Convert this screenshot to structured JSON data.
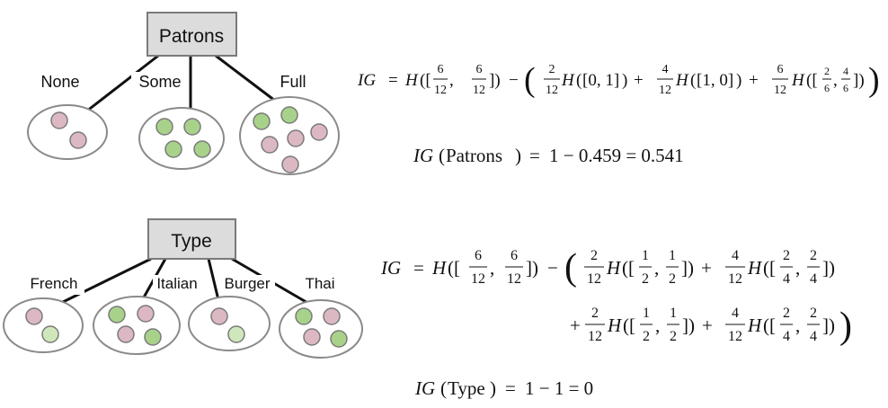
{
  "colors": {
    "root_fill": "#dcdcdc",
    "root_stroke": "#7a7a7a",
    "set_stroke": "#8a8a8a",
    "pink": "#dcb8c3",
    "green": "#a8d28a",
    "light_green": "#cfe8bb",
    "edge": "#111111",
    "text": "#111111"
  },
  "trees": [
    {
      "root": "Patrons",
      "branches": [
        {
          "label": "None",
          "items": [
            "pink",
            "pink"
          ]
        },
        {
          "label": "Some",
          "items": [
            "green",
            "green",
            "green",
            "green"
          ]
        },
        {
          "label": "Full",
          "items": [
            "green",
            "green",
            "pink",
            "pink",
            "pink",
            "pink"
          ]
        }
      ]
    },
    {
      "root": "Type",
      "branches": [
        {
          "label": "French",
          "items": [
            "pink",
            "light_green"
          ]
        },
        {
          "label": "Italian",
          "items": [
            "green",
            "pink",
            "pink",
            "green"
          ]
        },
        {
          "label": "Burger",
          "items": [
            "pink",
            "light_green"
          ]
        },
        {
          "label": "Thai",
          "items": [
            "green",
            "pink",
            "pink",
            "green"
          ]
        }
      ]
    }
  ],
  "equations": {
    "ig_symbol": "IG",
    "entropy_fn": "H",
    "plus": "+",
    "minus": "−",
    "equals": "=",
    "patrons": {
      "lhs_fracs": [
        [
          "6",
          "12"
        ],
        [
          "6",
          "12"
        ]
      ],
      "terms": [
        {
          "w": [
            "2",
            "12"
          ],
          "arg_plain": "[0, 1]"
        },
        {
          "w": [
            "4",
            "12"
          ],
          "arg_plain": "[1, 0]"
        },
        {
          "w": [
            "6",
            "12"
          ],
          "arg_fracs": [
            [
              "2",
              "6"
            ],
            [
              "4",
              "6"
            ]
          ]
        }
      ],
      "result_name": "Patrons",
      "result_expr": "1 − 0.459 = 0.541"
    },
    "type": {
      "lhs_fracs": [
        [
          "6",
          "12"
        ],
        [
          "6",
          "12"
        ]
      ],
      "terms": [
        {
          "w": [
            "2",
            "12"
          ],
          "arg_fracs": [
            [
              "1",
              "2"
            ],
            [
              "1",
              "2"
            ]
          ]
        },
        {
          "w": [
            "4",
            "12"
          ],
          "arg_fracs": [
            [
              "2",
              "4"
            ],
            [
              "2",
              "4"
            ]
          ]
        },
        {
          "w": [
            "2",
            "12"
          ],
          "arg_fracs": [
            [
              "1",
              "2"
            ],
            [
              "1",
              "2"
            ]
          ]
        },
        {
          "w": [
            "4",
            "12"
          ],
          "arg_fracs": [
            [
              "2",
              "4"
            ],
            [
              "2",
              "4"
            ]
          ]
        }
      ],
      "result_name": "Type",
      "result_expr": "1 − 1 = 0"
    }
  }
}
